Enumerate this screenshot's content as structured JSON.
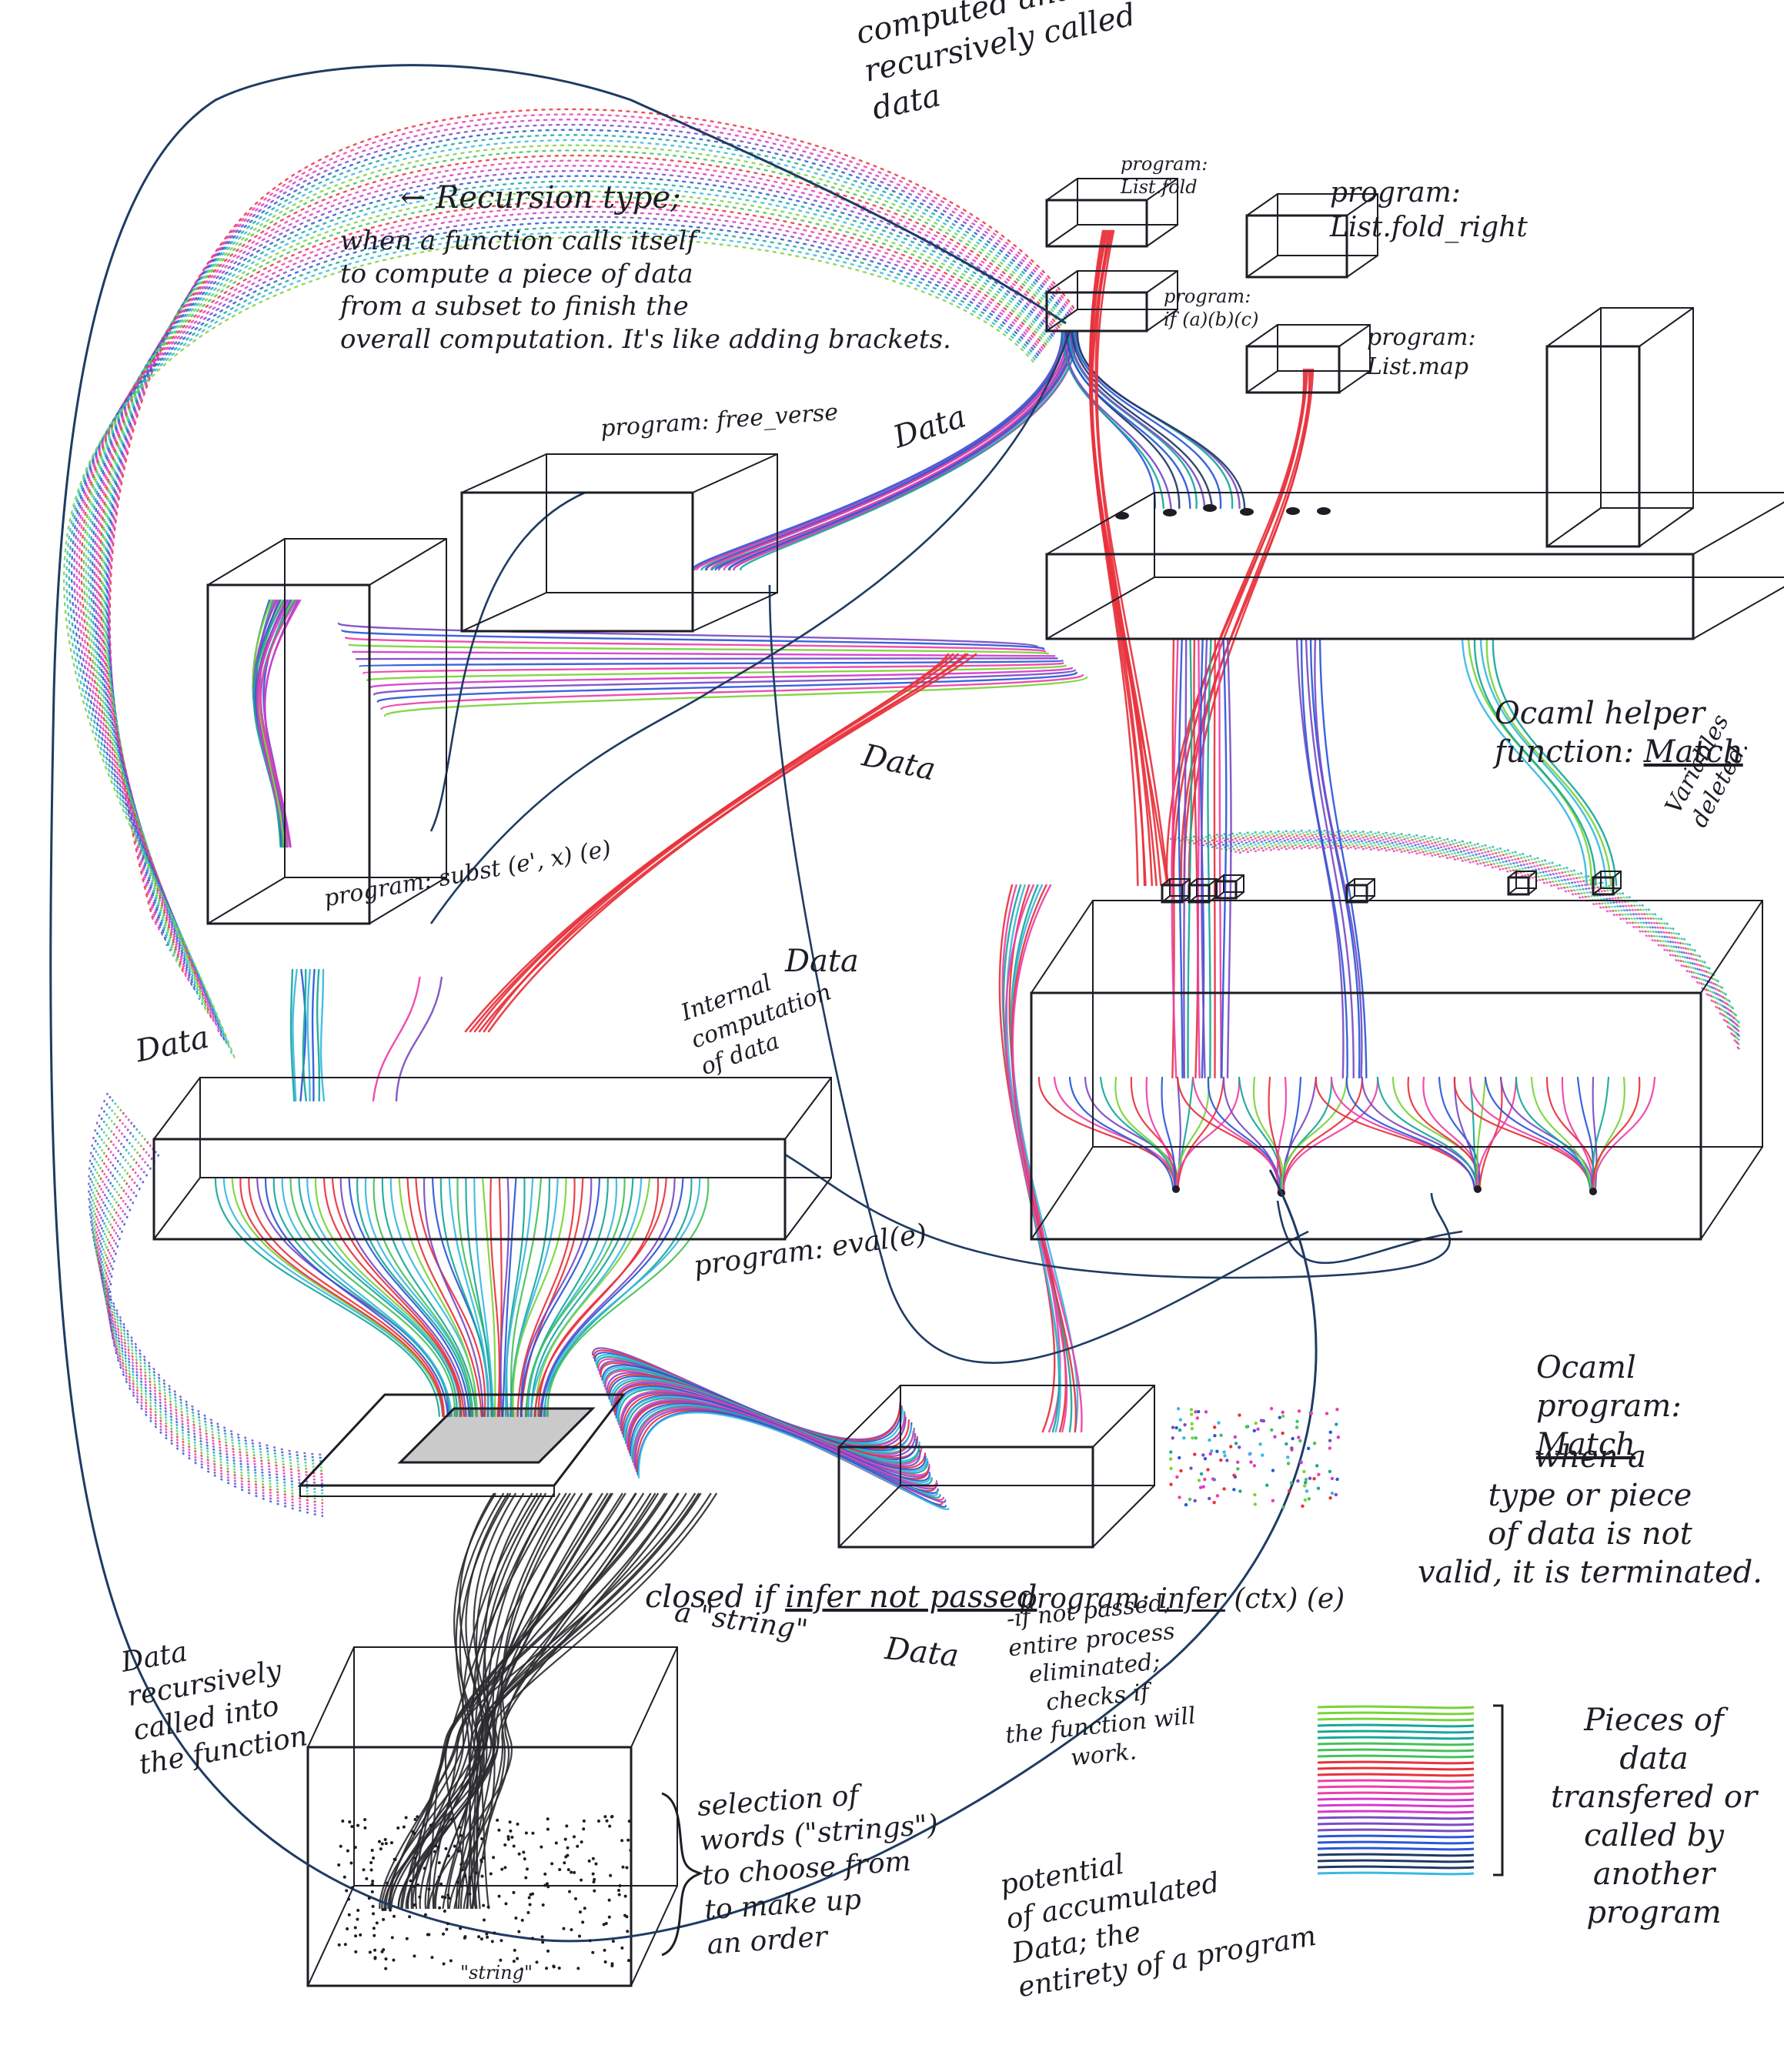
{
  "palette": {
    "ink": "#1d1d25",
    "navy": "#1f3b63",
    "red": "#e8323c",
    "pink": "#ee3fa8",
    "magenta": "#d63acd",
    "purple": "#7b4bc4",
    "blue": "#2a57d8",
    "teal": "#18a79a",
    "cyan": "#37b9e3",
    "green": "#7ad43a",
    "grass": "#45c15a"
  },
  "labels": {
    "computed": "computed and\nrecursively called\ndata",
    "recursion_type": "← Recursion type;",
    "recursion_desc": "when a function calls itself\nto compute a piece of data\nfrom a subset to finish the\noverall computation. It's like adding brackets.",
    "free_verse": "program: free_verse",
    "data_1": "Data",
    "data_2": "Data",
    "data_3": "Data",
    "data_4": "Data",
    "data_5": "Data",
    "list_fold": "program:\nList.fold",
    "fold_right": "program:\nList.fold_right",
    "if_prog": "program:\nif (a)(b)(c)",
    "list_map": "program:\nList.map",
    "subst": "program: subst (e', x) (e)",
    "helper": "Ocaml helper\nfunction: ",
    "helper_match": "Match",
    "variables_deleted": "Variables\ndeleted.",
    "internal": "Internal\ncomputation\nof data",
    "eval": "program: eval(e)",
    "ocaml_program": "Ocaml\nprogram: ",
    "ocaml_match": "Match",
    "when_type": "when a\ntype or piece\nof data is not\nvalid, it is terminated.",
    "closed_if": "closed if ",
    "infer_not_passed": "infer not passed",
    "infer_prog": "program: ",
    "infer_name": "infer",
    "infer_args": " (ctx) (e)",
    "if_not_passed": "-if not passed,\nentire process\neliminated;\nchecks if\nthe function will\nwork.",
    "a_string": "a \"string\"",
    "recursively_called": "Data\nrecursively\ncalled into\nthe function",
    "selection": "selection of\nwords (\"strings\")\nto choose from\nto make up\nan order",
    "potential": "potential\nof accumulated\nData; the\nentirety of a program",
    "string_bottom": "\"string\"",
    "legend": "Pieces of\ndata\ntransfered or\ncalled by\nanother program"
  }
}
